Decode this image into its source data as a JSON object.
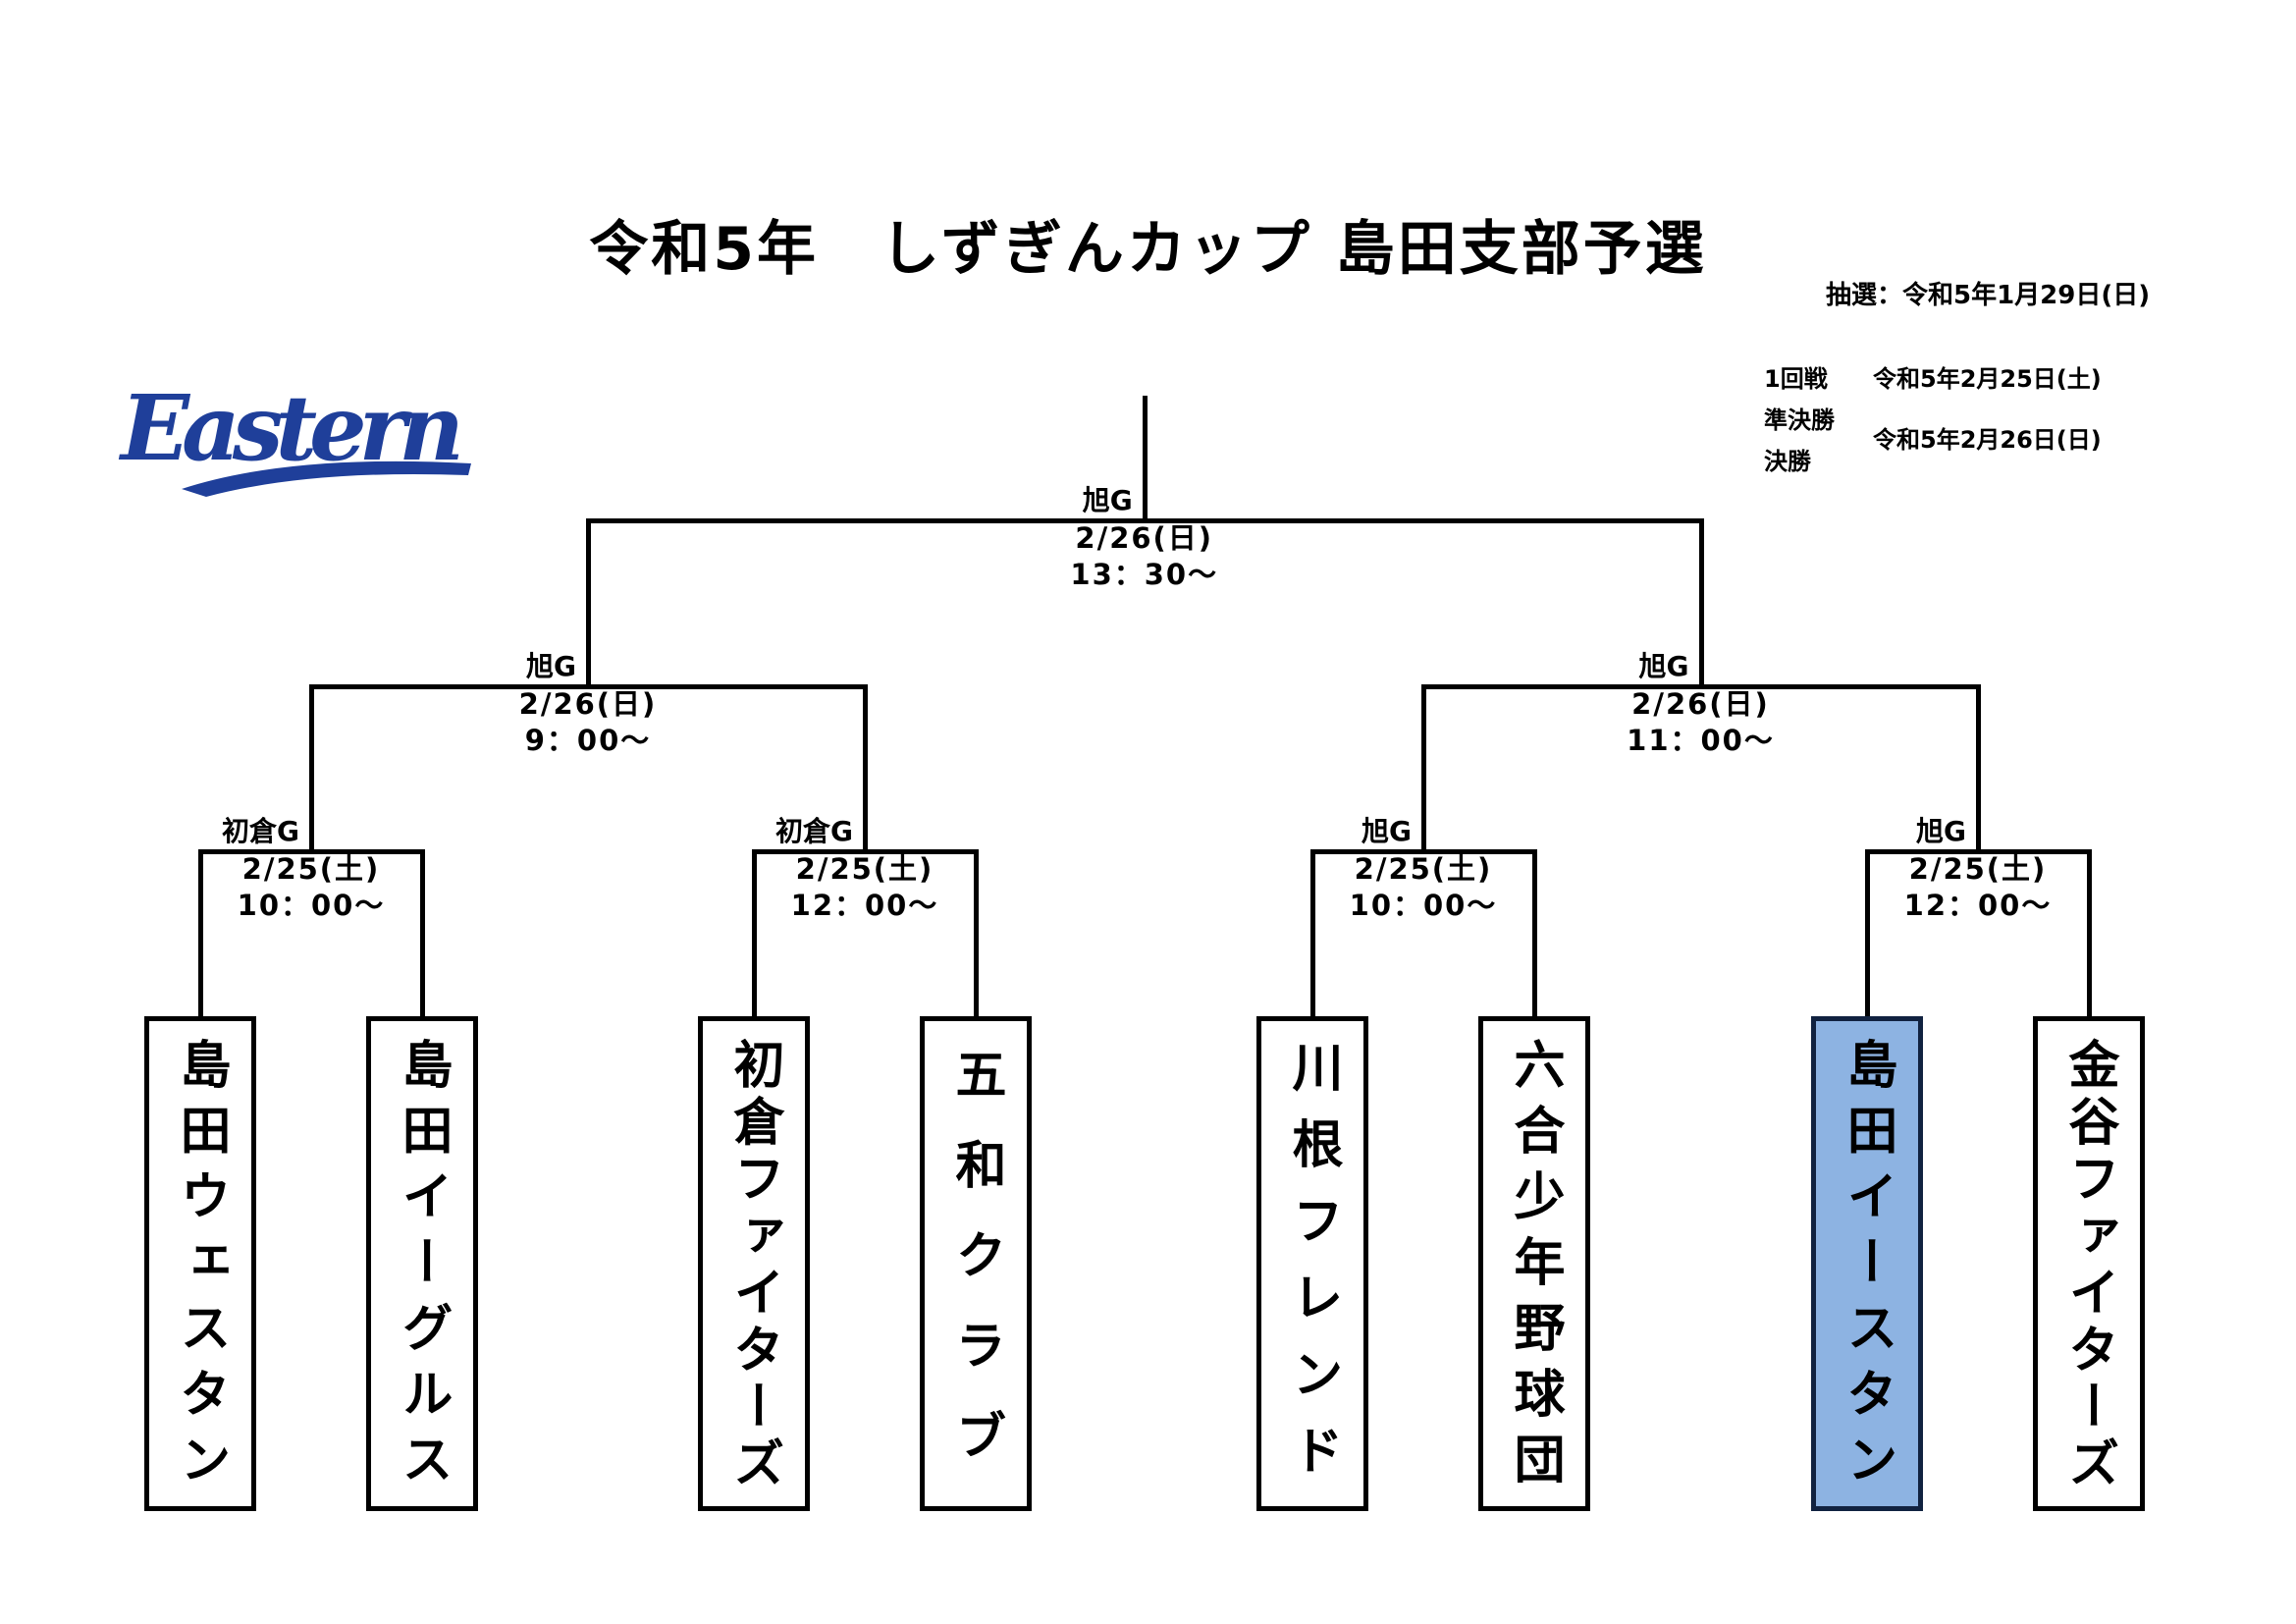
{
  "title": "令和5年　しずぎんカップ 島田支部予選",
  "logo_text": "Eastern",
  "logo_color": "#1f3f9a",
  "draw_date": "抽選：令和5年1月29日(日)",
  "schedule": [
    {
      "round": "1回戦",
      "date": "令和5年2月25日(土)"
    },
    {
      "round": "準決勝",
      "date": "令和5年2月26日(日)"
    },
    {
      "round": "決勝",
      "date": ""
    }
  ],
  "matches": {
    "final": {
      "venue": "旭G",
      "date": "2/26(日)",
      "time": "13：30～"
    },
    "semi_left": {
      "venue": "旭G",
      "date": "2/26(日)",
      "time": "9：00～"
    },
    "semi_right": {
      "venue": "旭G",
      "date": "2/26(日)",
      "time": "11：00～"
    },
    "r1_1": {
      "venue": "初倉G",
      "date": "2/25(土)",
      "time": "10：00～"
    },
    "r1_2": {
      "venue": "初倉G",
      "date": "2/25(土)",
      "time": "12：00～"
    },
    "r1_3": {
      "venue": "旭G",
      "date": "2/25(土)",
      "time": "10：00～"
    },
    "r1_4": {
      "venue": "旭G",
      "date": "2/25(土)",
      "time": "12：00～"
    }
  },
  "teams": [
    {
      "name": "島田ウェスタン"
    },
    {
      "name": "島田イーグルス"
    },
    {
      "name": "初倉ファイターズ"
    },
    {
      "name": "五和クラブ"
    },
    {
      "name": "川根フレンド"
    },
    {
      "name": "六合少年野球団"
    },
    {
      "name": "島田イースタン",
      "highlighted": true
    },
    {
      "name": "金谷ファイターズ"
    }
  ],
  "highlight_color": "#8db3e2"
}
